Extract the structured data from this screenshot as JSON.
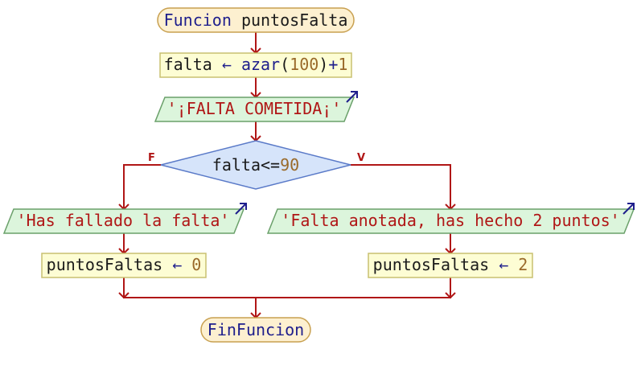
{
  "flowchart": {
    "start": {
      "keyword": "Funcion",
      "name": "puntosFalta"
    },
    "assign_falta": {
      "var": "falta",
      "arrow": "←",
      "func": "azar",
      "open": "(",
      "arg": "100",
      "close": ")",
      "plus": "+",
      "addend": "1"
    },
    "output_foul": {
      "text": "'¡FALTA COMETIDA¡'"
    },
    "decision": {
      "var": "falta",
      "op": "<=",
      "value": "90",
      "false_label": "F",
      "true_label": "V"
    },
    "output_missed": {
      "text": "'Has fallado la falta'"
    },
    "output_scored": {
      "text": "'Falta anotada, has hecho 2 puntos'"
    },
    "assign_zero": {
      "var": "puntosFaltas",
      "arrow": "←",
      "value": "0"
    },
    "assign_two": {
      "var": "puntosFaltas",
      "arrow": "←",
      "value": "2"
    },
    "end": {
      "keyword": "FinFuncion"
    },
    "colors": {
      "terminal_fill": "#fdf0d0",
      "terminal_stroke": "#c8a050",
      "process_fill": "#fdfdd4",
      "process_stroke": "#c8c070",
      "io_fill": "#dcf5dc",
      "io_stroke": "#6aa06a",
      "decision_fill": "#d6e4fa",
      "decision_stroke": "#5a7ac8",
      "edge": "#b01616",
      "output_arrow": "#1e1e8c"
    }
  }
}
